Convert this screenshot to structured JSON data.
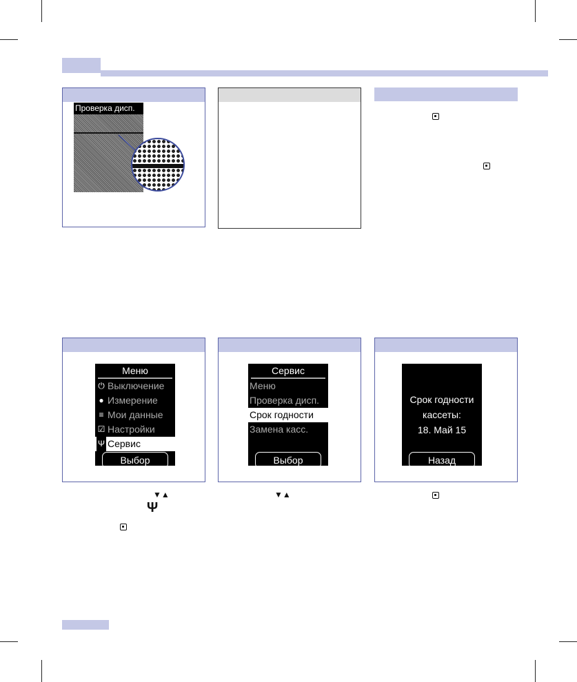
{
  "colors": {
    "accent": "#c4c8e6",
    "panel_border": "#5b63a8"
  },
  "display_check": {
    "label": "Проверка дисп."
  },
  "menu_screen": {
    "title": "Меню",
    "items": [
      {
        "icon": "power-icon",
        "label": "Выключение"
      },
      {
        "icon": "drop-icon",
        "label": "Измерение"
      },
      {
        "icon": "data-icon",
        "label": "Мои данные"
      },
      {
        "icon": "checkbox-icon",
        "label": "Настройки"
      },
      {
        "icon": "wrench-icon",
        "label": "Сервис"
      }
    ],
    "selected_index": 4,
    "button": "Выбор"
  },
  "service_screen": {
    "title": "Сервис",
    "items": [
      "Меню",
      "Проверка дисп.",
      "Срок годности",
      "Замена касс."
    ],
    "selected_index": 2,
    "button": "Выбор"
  },
  "expiry_screen": {
    "line1": "Срок годности",
    "line2": "кассеты:",
    "line3": "18. Май 15",
    "button": "Назад"
  },
  "icons": {
    "ok": "ok-button-icon",
    "arrows": "down-up-arrows-icon",
    "wrench": "wrench-icon"
  }
}
